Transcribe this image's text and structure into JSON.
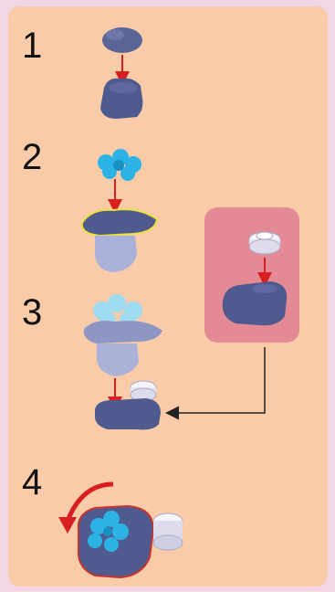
{
  "steps": [
    {
      "number": "1"
    },
    {
      "number": "2"
    },
    {
      "number": "3"
    },
    {
      "number": "4"
    }
  ],
  "colors": {
    "panel": "#f9cba9",
    "callout": "#e38a95",
    "dark_blue_brick": "#4f5a8e",
    "light_blue_brick": "#8e97c4",
    "flower_blue": "#2bb3e6",
    "white_brick": "#e6e6f2",
    "arrow_red": "#d81e1e",
    "highlight_yellow": "#e8e23a",
    "outline_red": "#c8342e"
  },
  "icons": [
    "flower-piece-icon",
    "rock-piece-icon",
    "round-plate-icon",
    "rotate-arrow-icon"
  ]
}
